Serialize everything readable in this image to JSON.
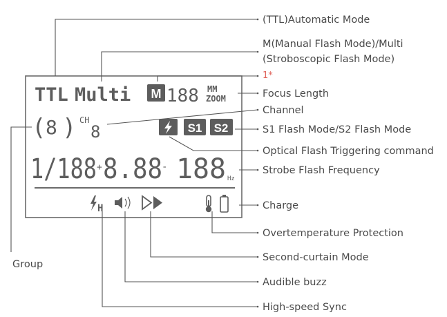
{
  "lcd": {
    "mode_ttl": "TTL",
    "mode_multi": "Multi",
    "manual_badge": "M",
    "zoom_digits": "188",
    "zoom_unit_top": "MM",
    "zoom_unit_bottom": "ZOOM",
    "group_digit": "8",
    "channel_prefix": "CH",
    "channel_digit": "8",
    "s1_badge": "S1",
    "s2_badge": "S2",
    "power_readout": "1/188",
    "power_plus": "+",
    "comp_readout": "8.88",
    "comp_minus": "-",
    "freq_readout": "188",
    "freq_unit": "Hz",
    "hss_suffix": "H"
  },
  "callouts": {
    "ttl": "(TTL)Automatic Mode",
    "multi_line1": "M(Manual Flash Mode)/Multi",
    "multi_line2": "(Stroboscopic Flash Mode)",
    "footnote": "1*",
    "focus": "Focus Length",
    "channel": "Channel",
    "s1s2": "S1 Flash Mode/S2 Flash Mode",
    "optical": "Optical  Flash Triggering command",
    "strobe": "Strobe Flash Frequency",
    "charge": "Charge",
    "overtemp": "Overtemperature Protection",
    "second_curtain": "Second-curtain Mode",
    "audible": "Audible buzz",
    "hss": "High-speed Sync",
    "group": "Group"
  },
  "icons": [
    "lightning-icon",
    "lightning-h-icon",
    "speaker-icon",
    "double-arrow-icon",
    "thermometer-icon",
    "battery-icon"
  ]
}
